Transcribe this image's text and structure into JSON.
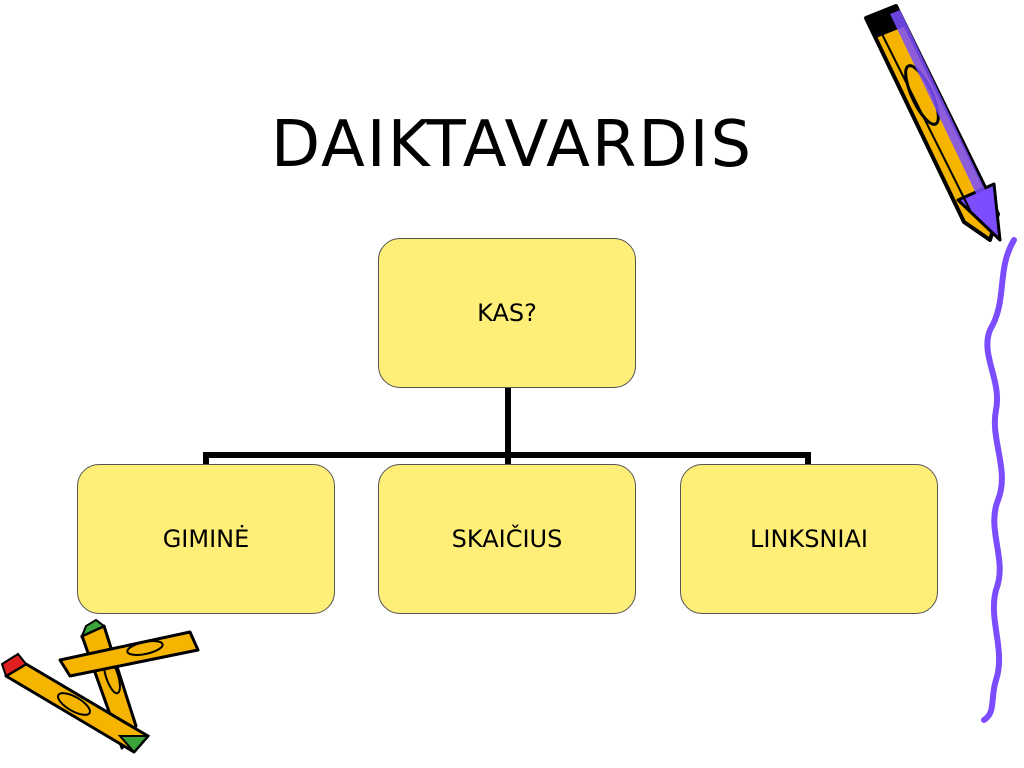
{
  "slide": {
    "title": "DAIKTAVARDIS"
  },
  "diagram": {
    "root": {
      "label": "KAS?"
    },
    "children": [
      {
        "label": "GIMINĖ"
      },
      {
        "label": "SKAIČIUS"
      },
      {
        "label": "LINKSNIAI"
      }
    ]
  },
  "colors": {
    "box_fill": "#ffee77",
    "connector": "#000000",
    "pencil_body": "#f5b400",
    "pencil_accent": "#7b4dff",
    "wavy_border": "#7b4dff"
  },
  "decorations": {
    "top_right": "pencil-clipart-icon",
    "bottom_left": "pencils-clipart-icon",
    "right_edge": "wavy-border-icon"
  }
}
